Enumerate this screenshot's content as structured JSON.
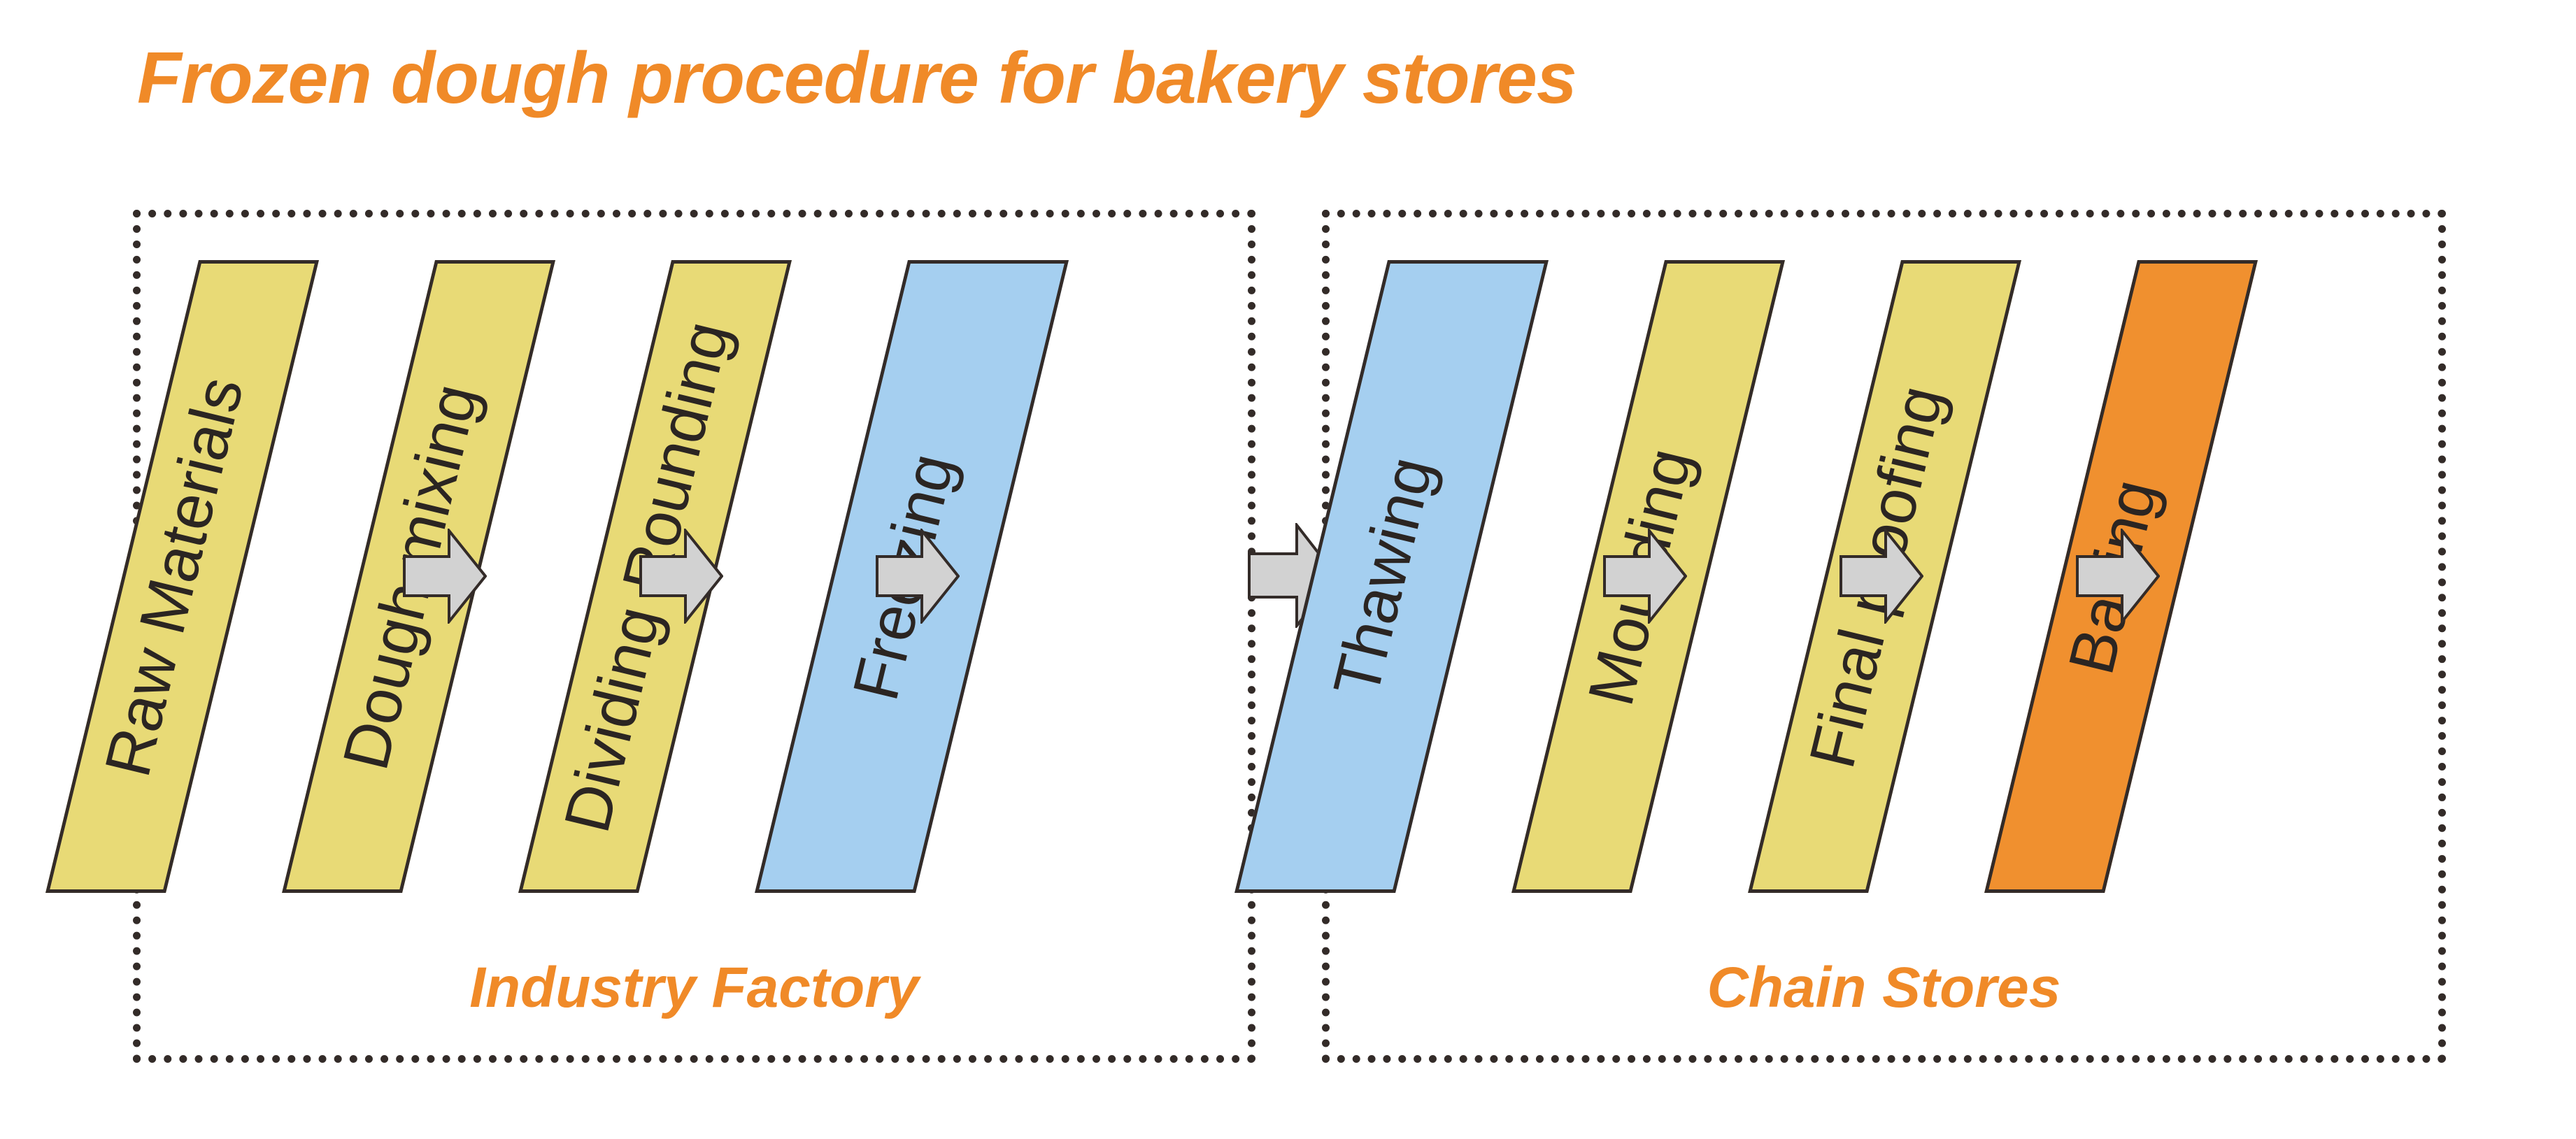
{
  "title": "Frozen dough procedure for bakery stores",
  "colors": {
    "accent_orange": "#F08A28",
    "step_yellow": "#E8DA76",
    "step_blue": "#A5CFF0",
    "step_orange": "#F0902F",
    "outline": "#332B28",
    "arrow_fill": "#D2D2D2"
  },
  "panels": [
    {
      "id": "factory",
      "caption": "Industry Factory",
      "steps": [
        {
          "label": "Raw Materials",
          "fill": "yellow"
        },
        {
          "label": "Dough mixing",
          "fill": "yellow"
        },
        {
          "label": "Dividing Rounding",
          "fill": "yellow"
        },
        {
          "label": "Freezing",
          "fill": "blue"
        }
      ]
    },
    {
      "id": "stores",
      "caption": "Chain Stores",
      "steps": [
        {
          "label": "Thawing",
          "fill": "blue"
        },
        {
          "label": "Moulding",
          "fill": "yellow"
        },
        {
          "label": "Final proofing",
          "fill": "yellow"
        },
        {
          "label": "Baking",
          "fill": "orange"
        }
      ]
    }
  ],
  "arrows": {
    "icon": "block-arrow-right-icon",
    "count": 7
  }
}
